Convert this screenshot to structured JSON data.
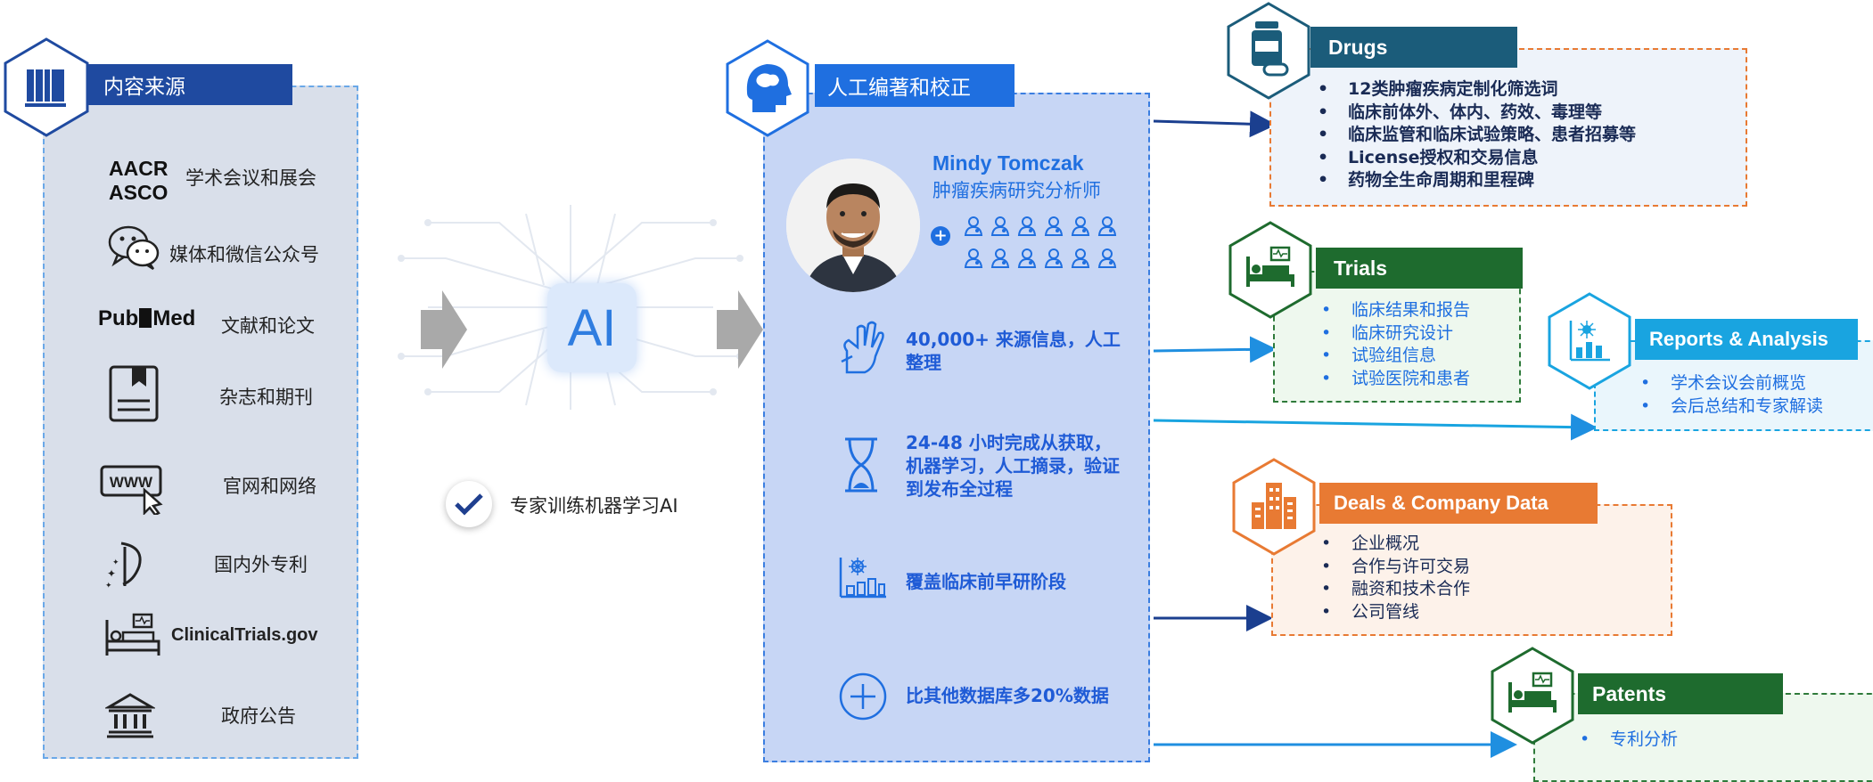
{
  "colors": {
    "navy": "#1f4aa0",
    "blue": "#1f6fe0",
    "teal": "#1b5c7a",
    "green": "#1e6b2e",
    "cyan": "#19a4e0",
    "orange": "#e87a33",
    "arrow_navy": "#1b3f8f",
    "arrow_blue": "#1f8fe0"
  },
  "sources": {
    "title": "内容来源",
    "items": [
      {
        "icon": "aacr-asco-logo",
        "logo_text": [
          "AACR",
          "ASCO"
        ],
        "label": "学术会议和展会"
      },
      {
        "icon": "wechat-icon",
        "label": "媒体和微信公众号"
      },
      {
        "icon": "pubmed-logo",
        "logo_text": [
          "Pub",
          "Med"
        ],
        "label": "文献和论文"
      },
      {
        "icon": "journal-icon",
        "label": "杂志和期刊"
      },
      {
        "icon": "www-icon",
        "label": "官网和网络",
        "logo_text": [
          "WWW"
        ]
      },
      {
        "icon": "patent-icon",
        "label": "国内外专利"
      },
      {
        "icon": "hospital-bed-icon",
        "label": "ClinicalTrials.gov"
      },
      {
        "icon": "government-icon",
        "label": "政府公告"
      }
    ]
  },
  "ai": {
    "chip_label": "AI",
    "check_label": "专家训练机器学习AI"
  },
  "curation": {
    "title": "人工编著和校正",
    "person_name": "Mindy Tomczak",
    "person_role": "肿瘤疾病研究分析师",
    "plus_label": "+",
    "features": [
      {
        "icon": "hands-icon",
        "text": "40,000+ 来源信息，人工整理"
      },
      {
        "icon": "hourglass-icon",
        "text": "24-48 小时完成从获取，机器学习，人工摘录，验证到发布全过程"
      },
      {
        "icon": "preclinical-icon",
        "text": "覆盖临床前早研阶段"
      },
      {
        "icon": "plus-circle-icon",
        "text": "比其他数据库多20%数据"
      }
    ]
  },
  "outputs": {
    "drugs": {
      "title": "Drugs",
      "items": [
        "12类肿瘤疾病定制化筛选词",
        "临床前体外、体内、药效、毒理等",
        "临床监管和临床试验策略、患者招募等",
        "License授权和交易信息",
        "药物全生命周期和里程碑"
      ]
    },
    "trials": {
      "title": "Trials",
      "items": [
        "临床结果和报告",
        "临床研究设计",
        "试验组信息",
        "试验医院和患者"
      ]
    },
    "reports": {
      "title": "Reports & Analysis",
      "items": [
        "学术会议会前概览",
        "会后总结和专家解读"
      ]
    },
    "deals": {
      "title": "Deals & Company Data",
      "items": [
        "企业概况",
        "合作与许可交易",
        "融资和技术合作",
        "公司管线"
      ]
    },
    "patents": {
      "title": "Patents",
      "items": [
        "专利分析"
      ]
    }
  }
}
